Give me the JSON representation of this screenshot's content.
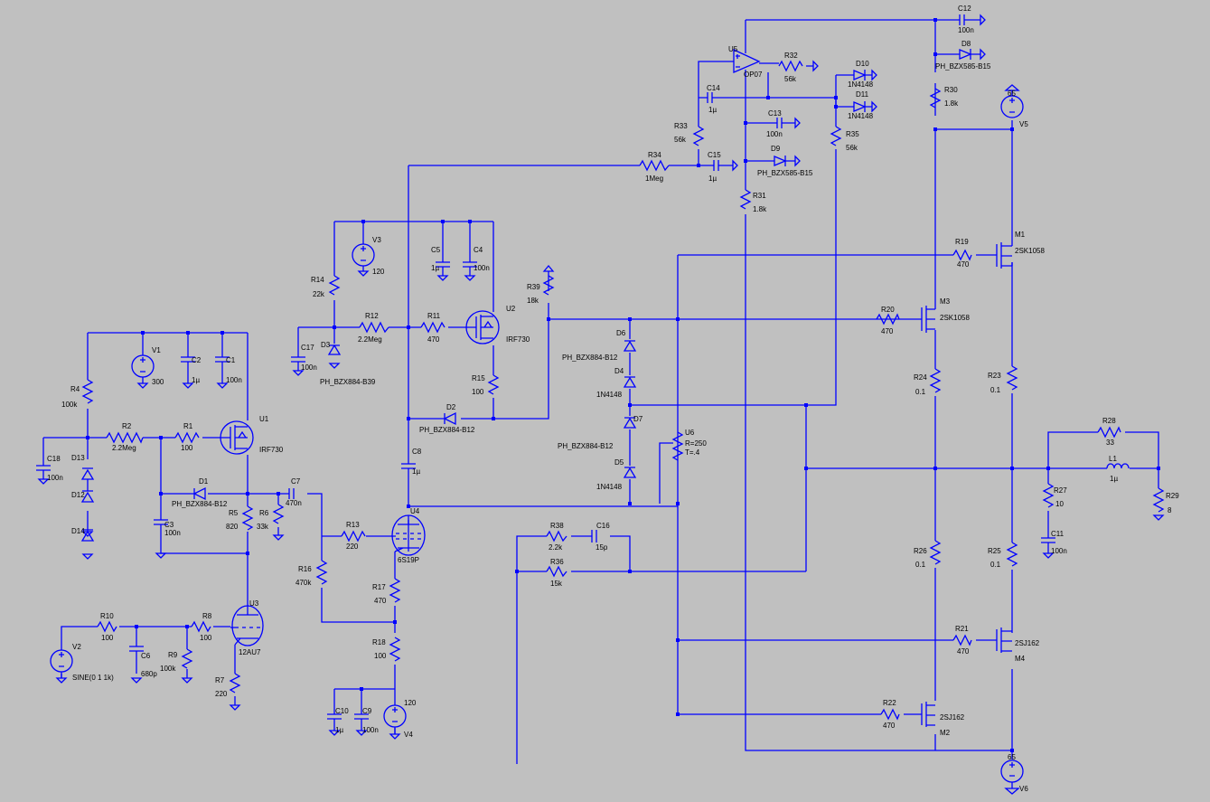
{
  "resistors": [
    {
      "ref": "R1",
      "value": "100"
    },
    {
      "ref": "R2",
      "value": "2.2Meg"
    },
    {
      "ref": "R4",
      "value": "100k"
    },
    {
      "ref": "R5",
      "value": "820"
    },
    {
      "ref": "R6",
      "value": "33k"
    },
    {
      "ref": "R7",
      "value": "220"
    },
    {
      "ref": "R8",
      "value": "100"
    },
    {
      "ref": "R9",
      "value": "100k"
    },
    {
      "ref": "R10",
      "value": "100"
    },
    {
      "ref": "R11",
      "value": "470"
    },
    {
      "ref": "R12",
      "value": "2.2Meg"
    },
    {
      "ref": "R13",
      "value": "220"
    },
    {
      "ref": "R14",
      "value": "22k"
    },
    {
      "ref": "R15",
      "value": "100"
    },
    {
      "ref": "R16",
      "value": "470k"
    },
    {
      "ref": "R17",
      "value": "470"
    },
    {
      "ref": "R18",
      "value": "100"
    },
    {
      "ref": "R19",
      "value": "470"
    },
    {
      "ref": "R20",
      "value": "470"
    },
    {
      "ref": "R21",
      "value": "470"
    },
    {
      "ref": "R22",
      "value": "470"
    },
    {
      "ref": "R23",
      "value": "0.1"
    },
    {
      "ref": "R24",
      "value": "0.1"
    },
    {
      "ref": "R25",
      "value": "0.1"
    },
    {
      "ref": "R26",
      "value": "0.1"
    },
    {
      "ref": "R27",
      "value": "10"
    },
    {
      "ref": "R28",
      "value": "33"
    },
    {
      "ref": "R29",
      "value": "8"
    },
    {
      "ref": "R30",
      "value": "1.8k"
    },
    {
      "ref": "R31",
      "value": "1.8k"
    },
    {
      "ref": "R32",
      "value": "56k"
    },
    {
      "ref": "R33",
      "value": "56k"
    },
    {
      "ref": "R34",
      "value": "1Meg"
    },
    {
      "ref": "R35",
      "value": "56k"
    },
    {
      "ref": "R36",
      "value": "15k"
    },
    {
      "ref": "R38",
      "value": "2.2k"
    },
    {
      "ref": "R39",
      "value": "18k"
    }
  ],
  "capacitors": [
    {
      "ref": "C1",
      "value": "100n"
    },
    {
      "ref": "C2",
      "value": "1µ"
    },
    {
      "ref": "C3",
      "value": "100n"
    },
    {
      "ref": "C4",
      "value": "100n"
    },
    {
      "ref": "C5",
      "value": "1µ"
    },
    {
      "ref": "C6",
      "value": "680p"
    },
    {
      "ref": "C7",
      "value": "470n"
    },
    {
      "ref": "C8",
      "value": "1µ"
    },
    {
      "ref": "C9",
      "value": "100n"
    },
    {
      "ref": "C10",
      "value": "1µ"
    },
    {
      "ref": "C11",
      "value": "100n"
    },
    {
      "ref": "C12",
      "value": "100n"
    },
    {
      "ref": "C13",
      "value": "100n"
    },
    {
      "ref": "C14",
      "value": "1µ"
    },
    {
      "ref": "C15",
      "value": "1µ"
    },
    {
      "ref": "C16",
      "value": "15p"
    },
    {
      "ref": "C17",
      "value": "100n"
    },
    {
      "ref": "C18",
      "value": "100n"
    }
  ],
  "diodes": [
    {
      "ref": "D1",
      "part": "PH_BZX884-B12"
    },
    {
      "ref": "D2",
      "part": "PH_BZX884-B12"
    },
    {
      "ref": "D3",
      "part": "PH_BZX884-B39"
    },
    {
      "ref": "D4",
      "part": "1N4148"
    },
    {
      "ref": "D5",
      "part": "1N4148"
    },
    {
      "ref": "D6",
      "part": "PH_BZX884-B12"
    },
    {
      "ref": "D7",
      "part": "PH_BZX884-B12"
    },
    {
      "ref": "D8",
      "part": "PH_BZX585-B15"
    },
    {
      "ref": "D9",
      "part": "PH_BZX585-B15"
    },
    {
      "ref": "D10",
      "part": "1N4148"
    },
    {
      "ref": "D11",
      "part": "1N4148"
    },
    {
      "ref": "D12",
      "part": ""
    },
    {
      "ref": "D13",
      "part": ""
    },
    {
      "ref": "D14",
      "part": ""
    }
  ],
  "sources": [
    {
      "ref": "V1",
      "value": "300"
    },
    {
      "ref": "V2",
      "value": "SINE(0 1 1k)"
    },
    {
      "ref": "V3",
      "value": "120"
    },
    {
      "ref": "V4",
      "value": "120"
    },
    {
      "ref": "V5",
      "value": "65"
    },
    {
      "ref": "V6",
      "value": "65"
    }
  ],
  "active": [
    {
      "ref": "U1",
      "part": "IRF730"
    },
    {
      "ref": "U2",
      "part": "IRF730"
    },
    {
      "ref": "U3",
      "part": "12AU7"
    },
    {
      "ref": "U4",
      "part": "6S19P"
    },
    {
      "ref": "U5",
      "part": "OP07"
    },
    {
      "ref": "U6",
      "part": "R=250",
      "extra": "T=.4"
    },
    {
      "ref": "M1",
      "part": "2SK1058"
    },
    {
      "ref": "M2",
      "part": "2SJ162"
    },
    {
      "ref": "M3",
      "part": "2SK1058"
    },
    {
      "ref": "M4",
      "part": "2SJ162"
    }
  ],
  "inductors": [
    {
      "ref": "L1",
      "value": "1µ"
    }
  ]
}
